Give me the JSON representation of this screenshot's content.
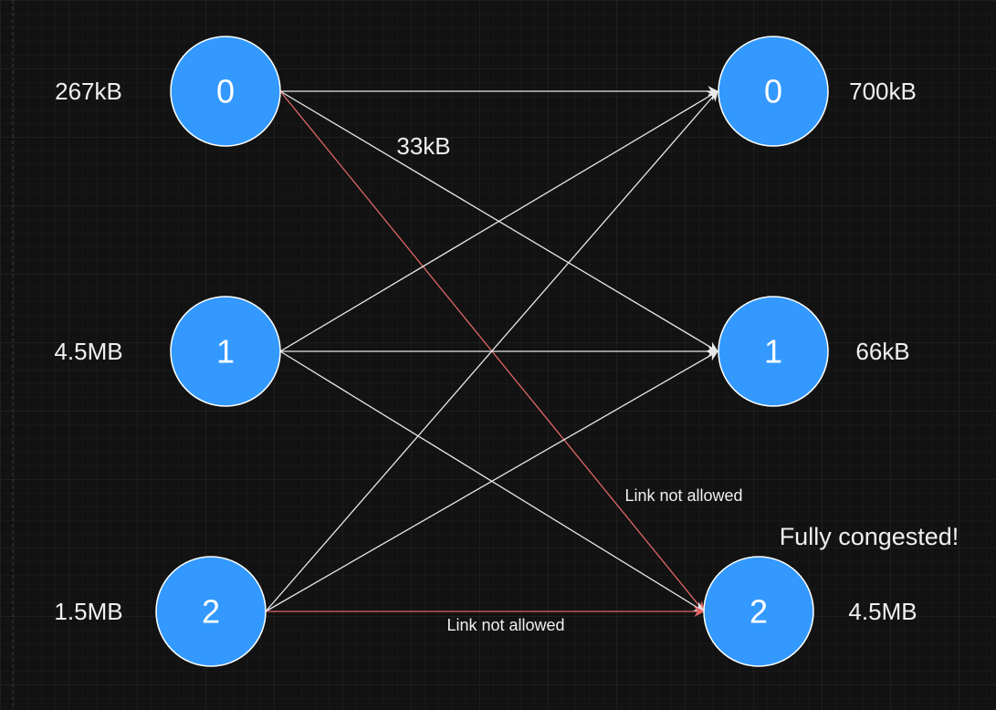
{
  "colors": {
    "background": "#121212",
    "node_fill": "#3399ff",
    "node_stroke": "#ffffff",
    "edge": "#e8e8e8",
    "blocked_edge": "#e06666"
  },
  "left_nodes": [
    {
      "id": "0",
      "size": "267kB"
    },
    {
      "id": "1",
      "size": "4.5MB"
    },
    {
      "id": "2",
      "size": "1.5MB"
    }
  ],
  "right_nodes": [
    {
      "id": "0",
      "size": "700kB"
    },
    {
      "id": "1",
      "size": "66kB"
    },
    {
      "id": "2",
      "size": "4.5MB"
    }
  ],
  "edges": [
    {
      "from": "L0",
      "to": "R0",
      "blocked": false
    },
    {
      "from": "L0",
      "to": "R1",
      "blocked": false
    },
    {
      "from": "L0",
      "to": "R2",
      "blocked": true
    },
    {
      "from": "L1",
      "to": "R0",
      "blocked": false
    },
    {
      "from": "L1",
      "to": "R1",
      "blocked": false
    },
    {
      "from": "L1",
      "to": "R2",
      "blocked": false
    },
    {
      "from": "L2",
      "to": "R0",
      "blocked": false
    },
    {
      "from": "L2",
      "to": "R1",
      "blocked": false
    },
    {
      "from": "L2",
      "to": "R2",
      "blocked": true
    }
  ],
  "edge_labels": {
    "l0_r1": "33kB",
    "l0_r2": "Link not allowed",
    "l2_r2": "Link not allowed"
  },
  "right_node_2_note": "Fully congested!"
}
